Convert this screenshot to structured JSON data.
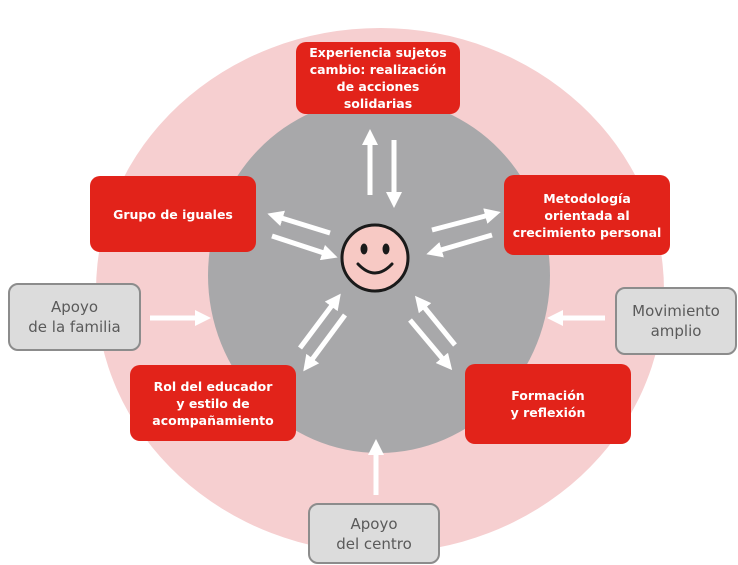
{
  "center": {
    "icon": "smiley-face-icon"
  },
  "boxes": {
    "experiencia": "Experiencia sujetos\ncambio: realización\nde acciones solidarias",
    "grupo": "Grupo de iguales",
    "metodologia": "Metodología\norientada al\ncrecimiento personal",
    "rol": "Rol del educador\ny estilo de\nacompañamiento",
    "formacion": "Formación\ny reflexión",
    "familia": "Apoyo\nde la familia",
    "movimiento": "Movimiento\namplio",
    "centro": "Apoyo\ndel centro"
  },
  "colors": {
    "outer_ring": "#f6cfd0",
    "inner_circle": "#a8a8aa",
    "red_box": "#e2231a",
    "grey_box": "#dcdcdc",
    "face": "#f7c9c4"
  }
}
